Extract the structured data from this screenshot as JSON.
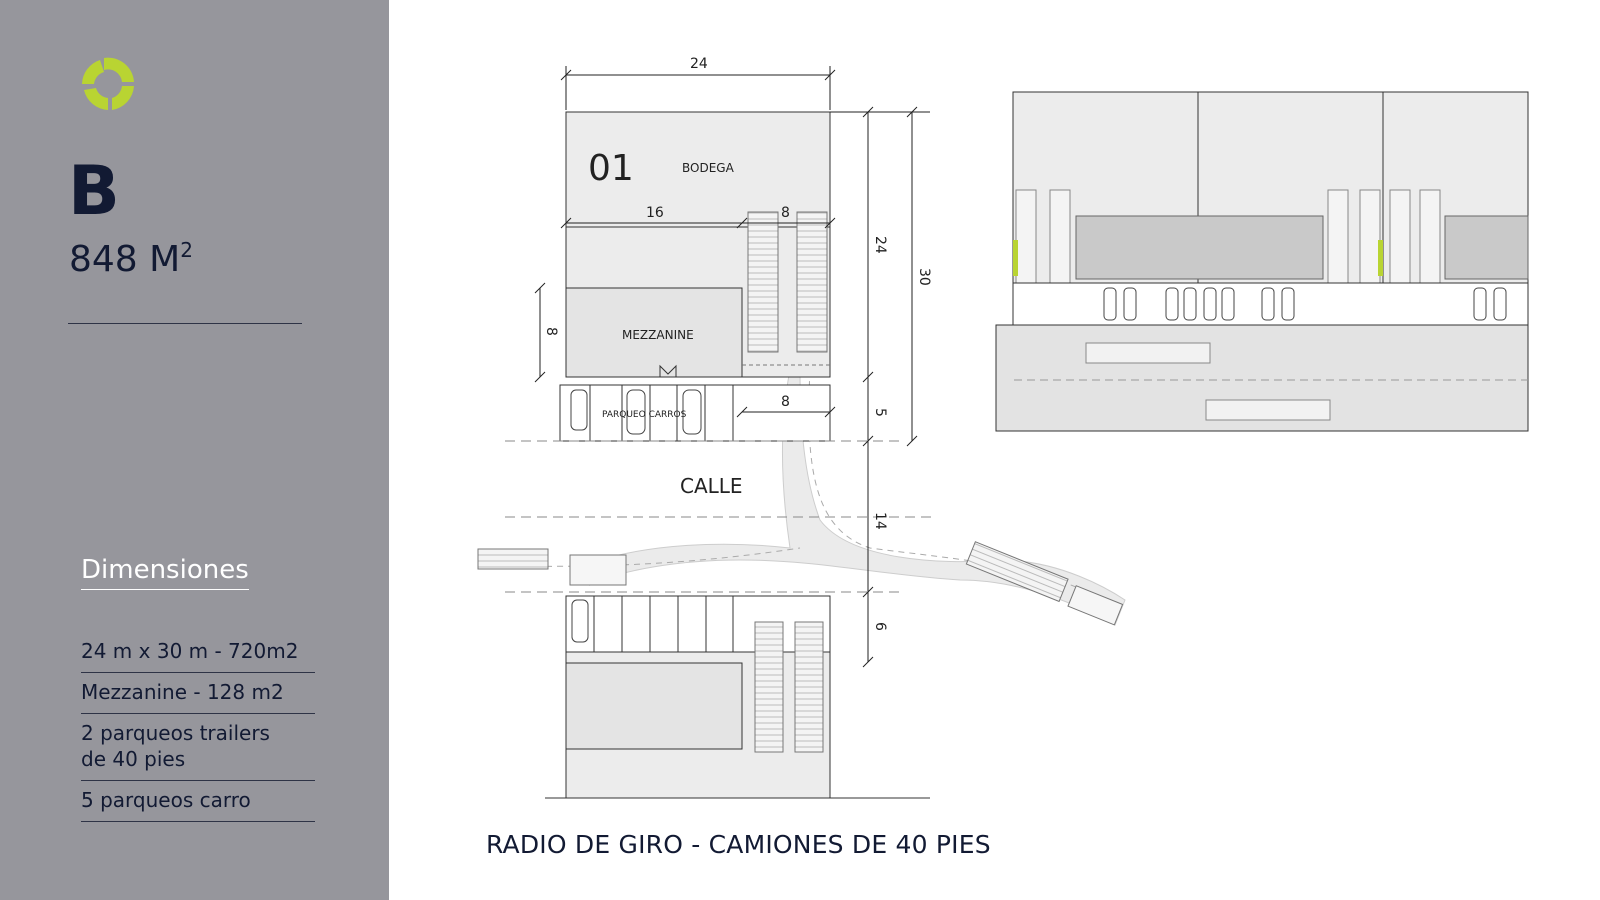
{
  "brand": {
    "accent": "#b9d432",
    "sidebar_bg": "#96969c",
    "text_dark": "#121a33",
    "logo_icon": "logo-icon"
  },
  "lot": {
    "letter": "B",
    "area_value": "848 M",
    "area_sup": "2"
  },
  "dimensions": {
    "heading": "Dimensiones",
    "items": [
      {
        "lines": [
          "24 m x 30 m - 720m2"
        ]
      },
      {
        "lines": [
          "Mezzanine -  128 m2"
        ]
      },
      {
        "lines": [
          "2 parqueos trailers",
          "de 40 pies"
        ]
      },
      {
        "lines": [
          "5 parqueos carro"
        ]
      }
    ]
  },
  "plan": {
    "unit_number": "01",
    "labels": {
      "bodega": "BODEGA",
      "mezzanine": "MEZZANINE",
      "parqueo": "PARQUEO CARROS",
      "calle": "CALLE"
    },
    "dims": {
      "width_top": "24",
      "bodega_width": "16",
      "truck_bay_width": "8",
      "depth_bodega": "24",
      "depth_total": "30",
      "mezzanine_depth": "8",
      "lower_bay_width": "8",
      "parking_depth": "5",
      "street_width": "14",
      "opposite_depth": "6"
    },
    "caption": "RADIO DE GIRO - CAMIONES DE 40 PIES"
  }
}
